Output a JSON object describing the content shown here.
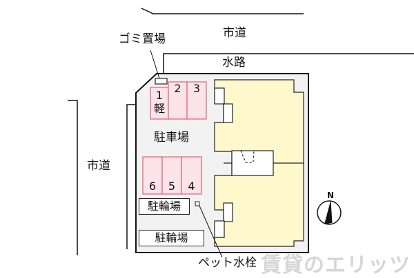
{
  "diagram": {
    "type": "site-plan",
    "roads": {
      "top": "市道",
      "left": "市道",
      "waterway": "水路"
    },
    "labels": {
      "garbage": "ゴミ置場",
      "parking": "駐車場",
      "bicycle_1": "駐輪場",
      "bicycle_2": "駐輪場",
      "pet_faucet": "ペット水栓"
    },
    "parking_slots_top": [
      {
        "number": "1",
        "note": "軽"
      },
      {
        "number": "2",
        "note": ""
      },
      {
        "number": "3",
        "note": ""
      }
    ],
    "parking_slots_bottom": [
      {
        "number": "6"
      },
      {
        "number": "5"
      },
      {
        "number": "4"
      }
    ],
    "compass": {
      "label": "N"
    },
    "watermark": "賃貸のエリッツ",
    "colors": {
      "site_fill": "#f2f2f2",
      "building_fill": "#fff8cc",
      "parking_fill": "#fde3ea",
      "parking_border": "#e0606e",
      "line": "#111111"
    }
  }
}
